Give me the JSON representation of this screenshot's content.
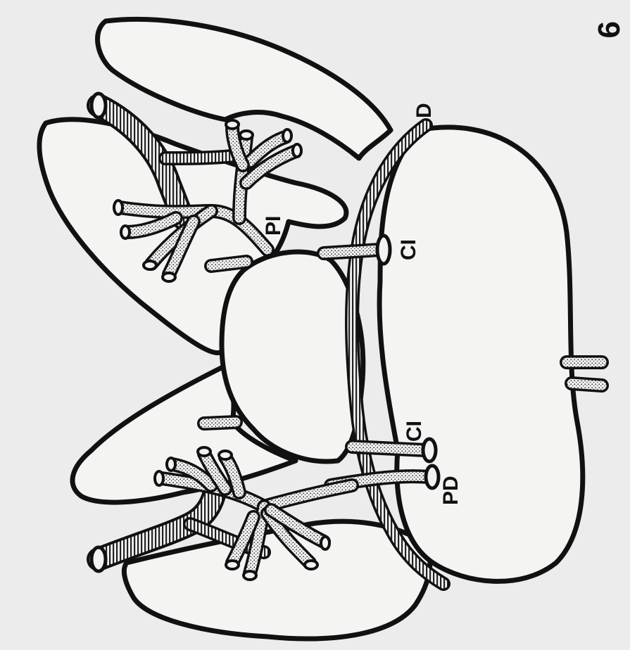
{
  "figure": {
    "number": "6",
    "labels": {
      "pi": "PI",
      "ci_upper": "CI",
      "ci_lower": "CI",
      "pd": "PD",
      "d": "D"
    }
  },
  "colors": {
    "background": "#ececec",
    "ink": "#111111",
    "organ_fill": "#f4f4f2"
  }
}
